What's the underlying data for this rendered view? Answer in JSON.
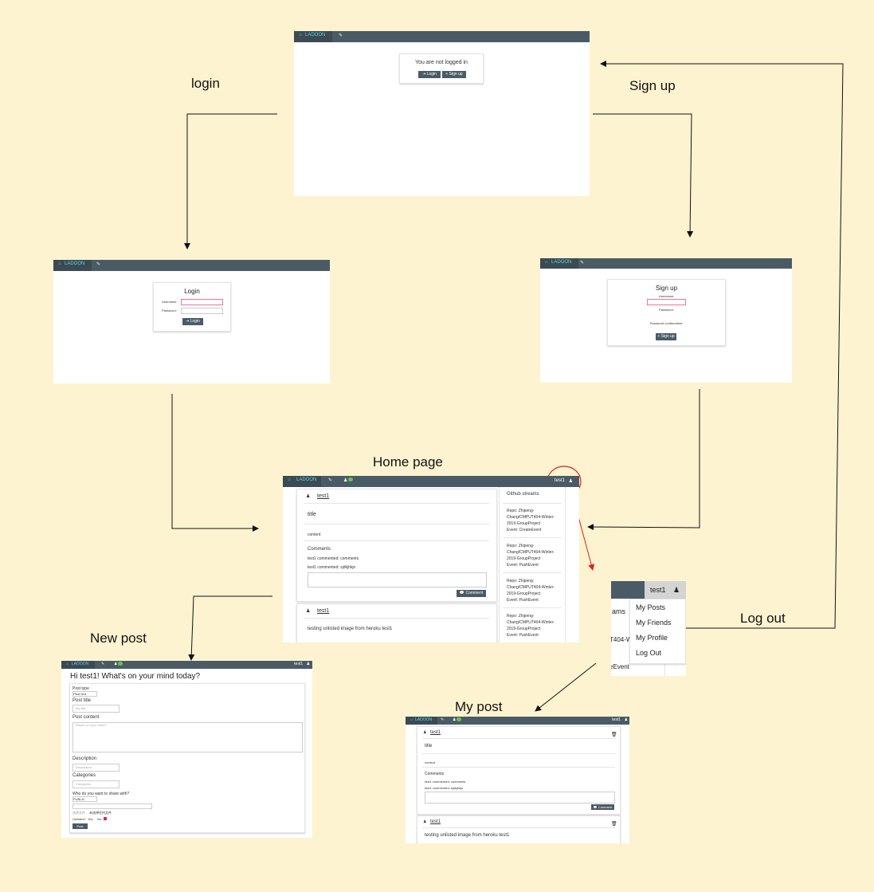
{
  "labels": {
    "login": "login",
    "signup": "Sign up",
    "home_page": "Home page",
    "new_post": "New post",
    "my_post": "My post",
    "log_out": "Log out"
  },
  "nav": {
    "brand": "LADOON",
    "user": "test1"
  },
  "not_logged": {
    "message": "You are not logged in",
    "login_btn": "⇥ Login",
    "signup_btn": "+ Sign up"
  },
  "login_page": {
    "title": "Login",
    "username_label": "Username:",
    "password_label": "Password:",
    "submit": "⇥ Login"
  },
  "signup_page": {
    "title": "Sign up",
    "username_label": "Username:",
    "password_label": "Password:",
    "confirm_label": "Password confirmation:",
    "submit": "+ Sign up"
  },
  "home": {
    "post1": {
      "author": "test1",
      "title": "title",
      "content": "content",
      "comments_heading": "Comments",
      "comments": [
        "test1 commented: comments",
        "test1 commented: sjdkjhkjn"
      ],
      "comment_btn": "💬 Comment"
    },
    "post2": {
      "author": "test1",
      "title": "testing unlisted image from heroku test1"
    },
    "github": {
      "heading": "Github streams",
      "items": [
        {
          "repo": "Repo: Zhipeng-Chang/CMPUT404-Winter-2019-GroupProject",
          "event": "Event: CreateEvent"
        },
        {
          "repo": "Repo: Zhipeng-Chang/CMPUT404-Winter-2019-GroupProject",
          "event": "Event: PushEvent"
        },
        {
          "repo": "Repo: Zhipeng-Chang/CMPUT404-Winter-2019-GroupProject",
          "event": "Event: PushEvent"
        },
        {
          "repo": "Repo: Zhipeng-Chang/CMPUT404-Winter-2019-GroupProject",
          "event": "Event: PushEvent"
        }
      ]
    }
  },
  "dropdown": {
    "user": "test1",
    "fragment_ams": "ams",
    "fragment_repo": "T404-W",
    "fragment_event": "eEvent",
    "items": [
      "My Posts",
      "My Friends",
      "My Profile",
      "Log Out"
    ]
  },
  "new_post": {
    "greeting": "Hi test1! What's on your mind today?",
    "post_type_label": "Post type",
    "post_type_value": "Plain text",
    "post_title_label": "Post title",
    "post_title_placeholder": "My title",
    "post_content_label": "Post content",
    "post_content_placeholder": "What's on your mind?",
    "description_label": "Description",
    "description_placeholder": "Description",
    "categories_label": "Categories",
    "categories_placeholder": "Categories",
    "share_label": "Who do you want to share with?",
    "share_value": "PUBLIC",
    "file_btn": "选择文件",
    "file_status": "未选择任何文件",
    "unlisted_label": "Unlisted?",
    "unlisted_yes": "Yes",
    "unlisted_no": "No",
    "post_btn": "Post"
  },
  "my_post": {
    "post1": {
      "author": "test1",
      "title": "title",
      "content": "content",
      "comments_heading": "Comments",
      "comments": [
        "test1 commented: comments",
        "test1 commented: sjdkjhkjn"
      ],
      "comment_btn": "💬 Comment"
    },
    "post2": {
      "author": "test1",
      "title": "testing unlisted image from heroku test1"
    }
  }
}
